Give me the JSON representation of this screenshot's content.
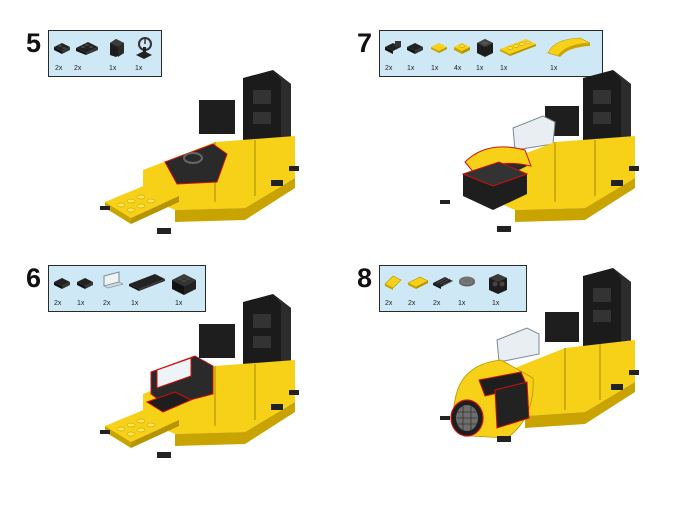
{
  "steps": [
    {
      "number": "5",
      "parts": [
        {
          "qty": "2x",
          "icon": "black-plate-1x2-icon"
        },
        {
          "qty": "2x",
          "icon": "black-plate-1x3-icon"
        },
        {
          "qty": "1x",
          "icon": "black-slope-icon"
        },
        {
          "qty": "1x",
          "icon": "black-steering-wheel-icon"
        }
      ]
    },
    {
      "number": "6",
      "parts": [
        {
          "qty": "2x",
          "icon": "black-plate-1x2-icon"
        },
        {
          "qty": "1x",
          "icon": "black-plate-1x2-icon"
        },
        {
          "qty": "2x",
          "icon": "clear-windscreen-icon"
        },
        {
          "qty": "1x",
          "icon": "black-plate-1x4-icon"
        },
        {
          "qty": "1x",
          "icon": "black-brick-2x2-icon"
        }
      ]
    },
    {
      "number": "7",
      "parts": [
        {
          "qty": "2x",
          "icon": "black-hinge-plate-icon"
        },
        {
          "qty": "1x",
          "icon": "black-plate-1x2-icon"
        },
        {
          "qty": "1x",
          "icon": "yellow-tile-1x2-icon"
        },
        {
          "qty": "4x",
          "icon": "yellow-plate-1x2-icon"
        },
        {
          "qty": "1x",
          "icon": "black-bracket-icon"
        },
        {
          "qty": "1x",
          "icon": "yellow-plate-1x4-icon"
        },
        {
          "qty": "1x",
          "icon": "yellow-curved-slope-icon"
        }
      ]
    },
    {
      "number": "8",
      "parts": [
        {
          "qty": "2x",
          "icon": "yellow-slope-icon"
        },
        {
          "qty": "2x",
          "icon": "yellow-tile-icon"
        },
        {
          "qty": "2x",
          "icon": "black-grille-tile-icon"
        },
        {
          "qty": "1x",
          "icon": "dark-grey-round-tile-icon"
        },
        {
          "qty": "1x",
          "icon": "black-bracket-icon"
        }
      ]
    }
  ],
  "colors": {
    "box": "#cfe8f6",
    "yellow": "#f7d117",
    "black": "#1b1b1b",
    "red": "#d01010"
  }
}
